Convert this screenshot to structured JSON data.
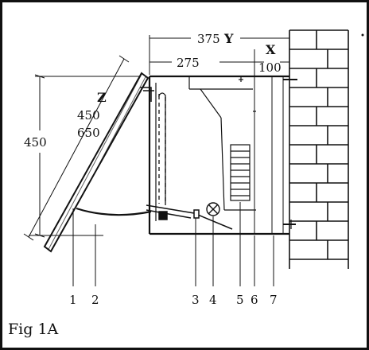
{
  "figure": {
    "caption": "Fig 1A",
    "dimensions": {
      "overall": "375",
      "overall_letter": "Y",
      "inner": "275",
      "wall_letter": "X",
      "wall": "100",
      "height": "450",
      "panel_letter": "Z",
      "panel_a": "450",
      "panel_b": "650"
    },
    "labels": [
      "1",
      "2",
      "3",
      "4",
      "5",
      "6",
      "7"
    ]
  },
  "colors": {
    "ink": "#111111",
    "paper": "#ffffff"
  }
}
